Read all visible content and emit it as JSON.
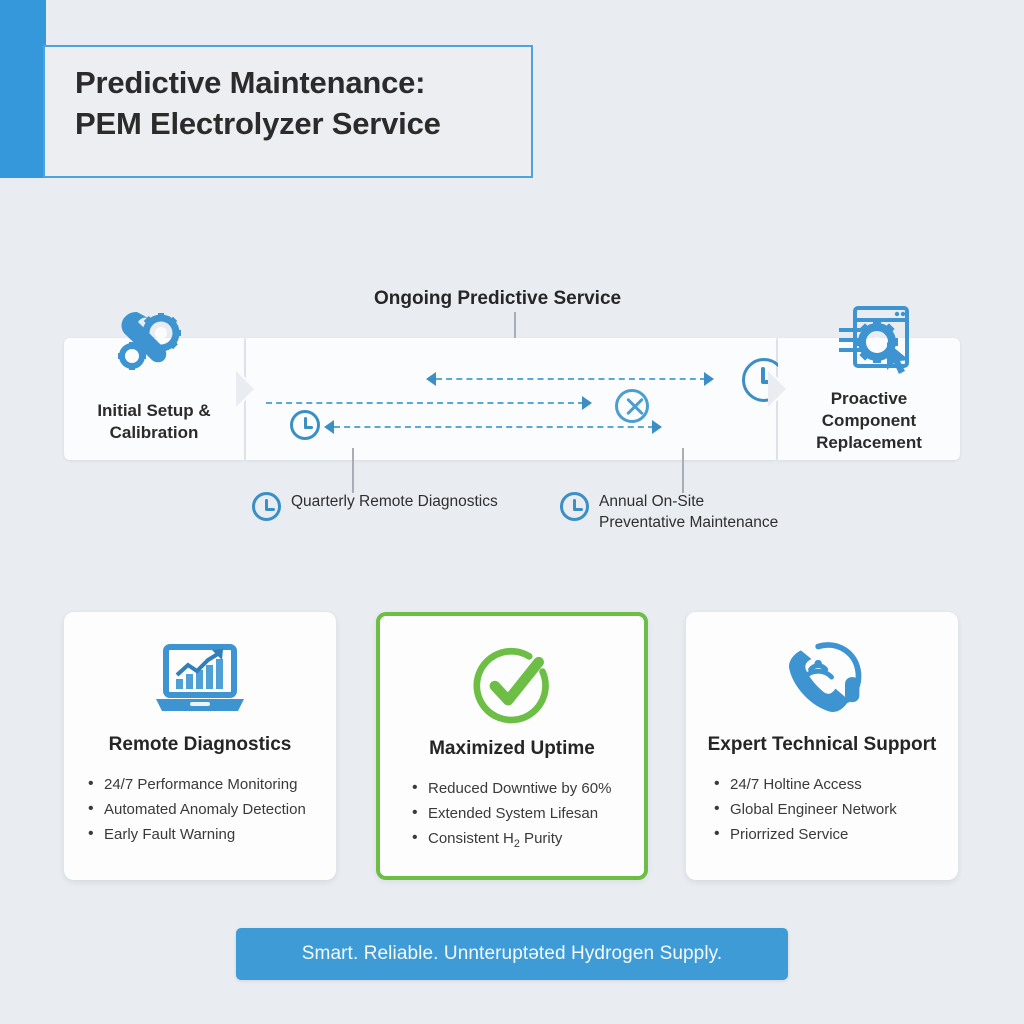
{
  "header": {
    "title_line1": "Predictive Maintenance:",
    "title_line2": "PEM Electrolyzer Service",
    "accent_color": "#3498db"
  },
  "timeline": {
    "caption": "Ongoing Predictive Service",
    "segments": [
      {
        "label_line1": "Initial Setup &",
        "label_line2": "Calibration",
        "icon": "wrench-gear-icon"
      },
      {
        "label_line1": "",
        "label_line2": "",
        "icon": ""
      },
      {
        "label_line1": "Proactive",
        "label_line2": "Component",
        "label_line3": "Replacement",
        "icon": "browser-gear-cursor-icon"
      }
    ],
    "callouts": [
      {
        "icon": "clock-icon",
        "line1": "Quarterly Remote Diagnostics",
        "line2": ""
      },
      {
        "icon": "clock-icon",
        "line1": "Annual On-Site",
        "line2": "Preventative Maintenance"
      }
    ],
    "markers": {
      "failure_icon": "x-circle-icon",
      "clock_left_icon": "clock-icon",
      "clock_right_icon": "clock-icon"
    },
    "arrow_color": "#5aa8d6"
  },
  "cards": [
    {
      "icon": "laptop-chart-icon",
      "title": "Remote Diagnostics",
      "accent": "#3d94d1",
      "highlighted": false,
      "bullets": [
        "24/7 Performance Monitoring",
        "Automated Anomaly Detection",
        "Early Fault Warning"
      ]
    },
    {
      "icon": "check-circle-icon",
      "title": "Maximized Uptime",
      "accent": "#6cbe45",
      "highlighted": true,
      "bullets": [
        "Reduced Downtiwe by 60%",
        "Extended System Lifesan",
        "Consistent H2 Purity"
      ],
      "bullet3_prefix": "Consistent H",
      "bullet3_sub": "2",
      "bullet3_suffix": " Purity"
    },
    {
      "icon": "phone-headset-icon",
      "title": "Expert Technical Support",
      "accent": "#3d94d1",
      "highlighted": false,
      "bullets": [
        "24/7 Holtine Access",
        "Global Engineer Network",
        "Priorrized Service"
      ]
    }
  ],
  "banner": {
    "text": "Smart. Reliable. Unnteruptəted Hydrogen Supply.",
    "background": "#3e9bd6"
  }
}
